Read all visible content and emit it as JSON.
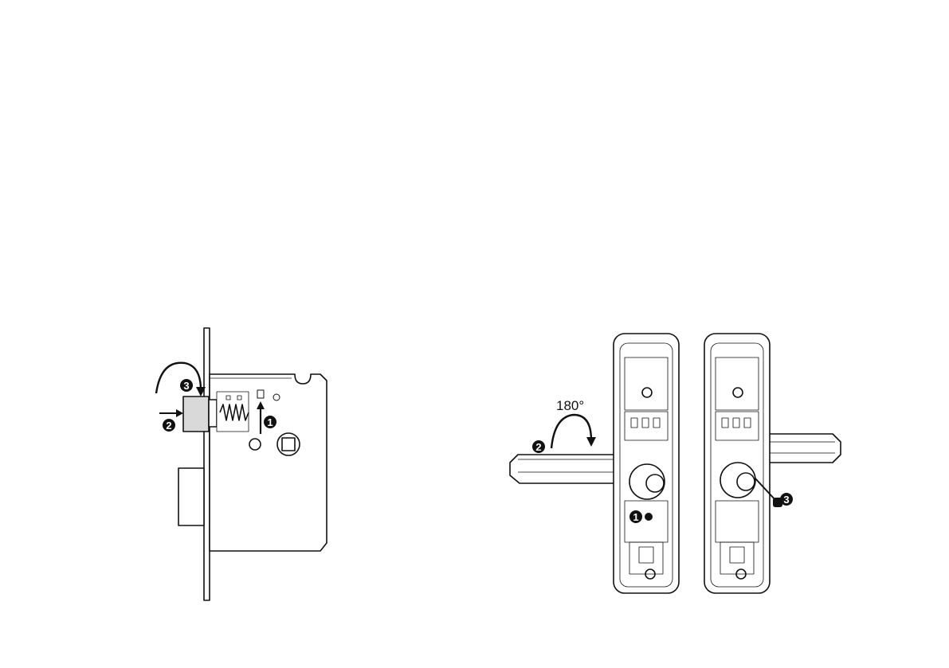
{
  "colors": {
    "line": "#111111",
    "latch_fill": "#d9d9d9",
    "background": "#ffffff"
  },
  "left_figure": {
    "steps": [
      "❶",
      "❷",
      "❸"
    ]
  },
  "right_figure": {
    "angle_label": "180°",
    "steps": [
      "❶",
      "❷",
      "❸"
    ]
  }
}
